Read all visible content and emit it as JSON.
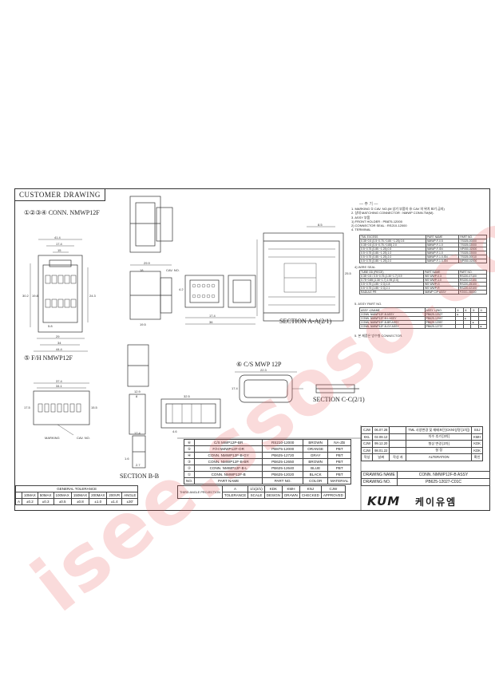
{
  "sheet_tag": "CUSTOMER DRAWING",
  "views": {
    "conn_title": "①②③④ CONN. NMWP12F",
    "fh_title": "⑤ F/H NMWP12F",
    "cs_title": "⑥ C/S MWP 12P",
    "sec_aa": "SECTION A-A(2/1)",
    "sec_bb": "SECTION B-B",
    "sec_cc": "SECTION C-C(2/1)",
    "cav_no": "CAV. NO.",
    "marking": "MARKING",
    "dims_front": [
      "41.4",
      "17.4",
      "15",
      "5.8",
      "29",
      "34",
      "44.4",
      "30.2",
      "24.3",
      "19.8"
    ],
    "dims_side": [
      "29.9",
      "18",
      "19.5"
    ],
    "dims_mid": [
      "17.4",
      "36",
      "4.2"
    ],
    "dims_aa": [
      "8.5",
      "25.5"
    ],
    "dims_fh": [
      "37.4",
      "34.1",
      "17.5",
      "15.5"
    ],
    "dims_fh_side": [
      "12.9",
      "8",
      "17.4"
    ],
    "dims_bb": [
      "32.5",
      "4.6",
      "2.7",
      "1.6"
    ],
    "dims_cs": [
      "22.3",
      "17.4"
    ]
  },
  "notes": {
    "header": "— 주 기 —",
    "lines": [
      "1. MARKING ① CAV. NO.(M 상기 부품의 ⊕ CAV 의 위치 표기 금지)",
      "2. 상대 MATCHING CONNECTOR : NMWP CONN.TM(M).",
      "3. ASSY 부품",
      "  1) FRONT HOLDER : PB875-12000",
      "  2) CONNECTOR SEAL : RS210-12000",
      "4. TERMINAL"
    ],
    "term_head": [
      "TML EXCESS",
      "PART NAME",
      "PART NO."
    ],
    "term_rows": [
      [
        "0.35~0.5 (0.5~0.75 / 0.85 ~1.25) 0.5",
        "NMWP-F-0.5",
        "TS025-00000"
      ],
      [
        "0.35~0.5 (0.5~0.75 / 0.85) 2.0",
        "NMWP-F-1.0",
        "TS025-02000"
      ],
      [
        "0.5~0.75 (0.85 ~1.25) 0.5",
        "NMWP-F-SN",
        "NP050-02000"
      ],
      [
        "0.5~0.75 (0.85 ~1.25) 1.0",
        "NMWP-F-1.0",
        "TS025-02000"
      ],
      [
        "0.5~0.75 (0.85 ~1.25) 2.0",
        "NMWP-F-1.0-SN",
        "TS025-00010"
      ],
      [
        "0.5~0.75 (0.85 ~1.25) 2.0",
        "NMWP-F-1.0-SN",
        "NP050-02000"
      ]
    ],
    "seal_label": "4) WIRE SEAL",
    "seal_head": [
      "TUBE OD (PIECE)",
      "PART NAME",
      "PART NO."
    ],
    "seal_rows": [
      [
        "0.35~0.5 / 0.5~0.75 (1.30~1.7) 0.9",
        "WS WWP-0.3",
        "RS220-07100"
      ],
      [
        "0.75~0.85 (1.30~1.7) 1.95 (2.0)",
        "WS WWP-1.0",
        "RS220-02100"
      ],
      [
        "0.5~0.75 (1.85 ~2.3) 1.8",
        "WS WWP-G",
        "RS220-05100"
      ],
      [
        "0.5~0.75 (1.85 ~2.3) 2.1",
        "WS WWP-R",
        "RS220-02100"
      ],
      [
        "RADULE PR",
        "NMWP C/P ASSY",
        "PZ001-08000"
      ]
    ],
    "assy_label": "5. ASSY PART NO.",
    "assy_head": [
      "ASSY 시/NAME",
      "ASSY 시/NO.",
      "①",
      "②",
      "③",
      "④"
    ],
    "assy_rows": [
      [
        "CONN. NMWP12F-B ASSY",
        "PB625-12027",
        "●",
        "",
        "",
        ""
      ],
      [
        "CONN. NMWP12F-B-L ASSY",
        "PB625-12047",
        "",
        "●",
        "",
        ""
      ],
      [
        "CONN. NMWP12F-B-BR ASSY",
        "PB625-12057",
        "",
        "",
        "●",
        ""
      ],
      [
        "CONN. NMWP12F-B-GY ASSY",
        "PB625-12737",
        "",
        "",
        "",
        "●"
      ]
    ],
    "last": "5. 본 제품은 방수형 CONNECTOR."
  },
  "rev_rows": [
    [
      "CJW",
      "06.07.28",
      "",
      "TML 사양변경 및 재배포단(CKN/성명 [1차])",
      "SSJ"
    ],
    [
      "KKL",
      "02.08.12",
      "",
      "치수 추가 [3차]",
      "KMH"
    ],
    [
      "CJW",
      "99.12.20",
      "",
      "형상 변경 [2차]",
      "KDK"
    ],
    [
      "CJW",
      "98.01.22",
      "",
      "설 정",
      "KDK"
    ]
  ],
  "rev_head": [
    "작성",
    "날짜",
    "작성 자",
    "No.",
    "ALTERATION",
    "확인"
  ],
  "title": {
    "drawing_name_label": "DRAWING NAME",
    "drawing_name": "CONN. NMWP12F-B ASSY",
    "drawing_no_label": "DRAWING NO.",
    "drawing_no": "PB625-12027-C01C",
    "company": "KUM",
    "company_kr": "케이유엠"
  },
  "bom_rows": [
    [
      "⑥",
      "C/S MWP12P-BR",
      "RS210-12000",
      "BROWN",
      "NA-ZB"
    ],
    [
      "⑤",
      "F/H NMWP12F-OR",
      "PB875-12000",
      "ORANGE",
      "PBT"
    ],
    [
      "④",
      "CONN. NMWP12F-B-GY",
      "PB625-12720",
      "GRAY",
      "PBT"
    ],
    [
      "③",
      "CONN. NMWP12F-B-BR",
      "PB625-12650",
      "BROWN",
      "PBT"
    ],
    [
      "②",
      "CONN. NMWP12F-B-L",
      "PB625-12640",
      "BLUE",
      "PBT"
    ],
    [
      "①",
      "CONN. NMWP12F-B",
      "PB625-12020",
      "BLACK",
      "PBT"
    ]
  ],
  "bom_head": [
    "NO.",
    "PART NAME",
    "PART NO.",
    "COLOR",
    "MATERIAL"
  ],
  "tolerance": {
    "title": "GENERAL TOLERANCE",
    "cols": [
      "10MAX",
      "50MAX",
      "100MAX",
      "150MAX",
      "200MAX",
      "200VR",
      "ANGLE"
    ],
    "vals": [
      "±0.2",
      "±0.3",
      "±0.5",
      "±0.8",
      "±1.0",
      "±1.4",
      "±30'"
    ],
    "row_label": "A"
  },
  "signoff": {
    "head": [
      "THIRD ANGLE PROJECTION",
      "A",
      "1/1(2/1)",
      "KDK",
      "KMH",
      "KNJ",
      "CJW"
    ],
    "foot": [
      "",
      "TOLERANCE",
      "SCALE",
      "DESIGN",
      "DRAWN",
      "CHECKED",
      "APPROVED"
    ]
  },
  "watermark": "isee.ssoso.com"
}
